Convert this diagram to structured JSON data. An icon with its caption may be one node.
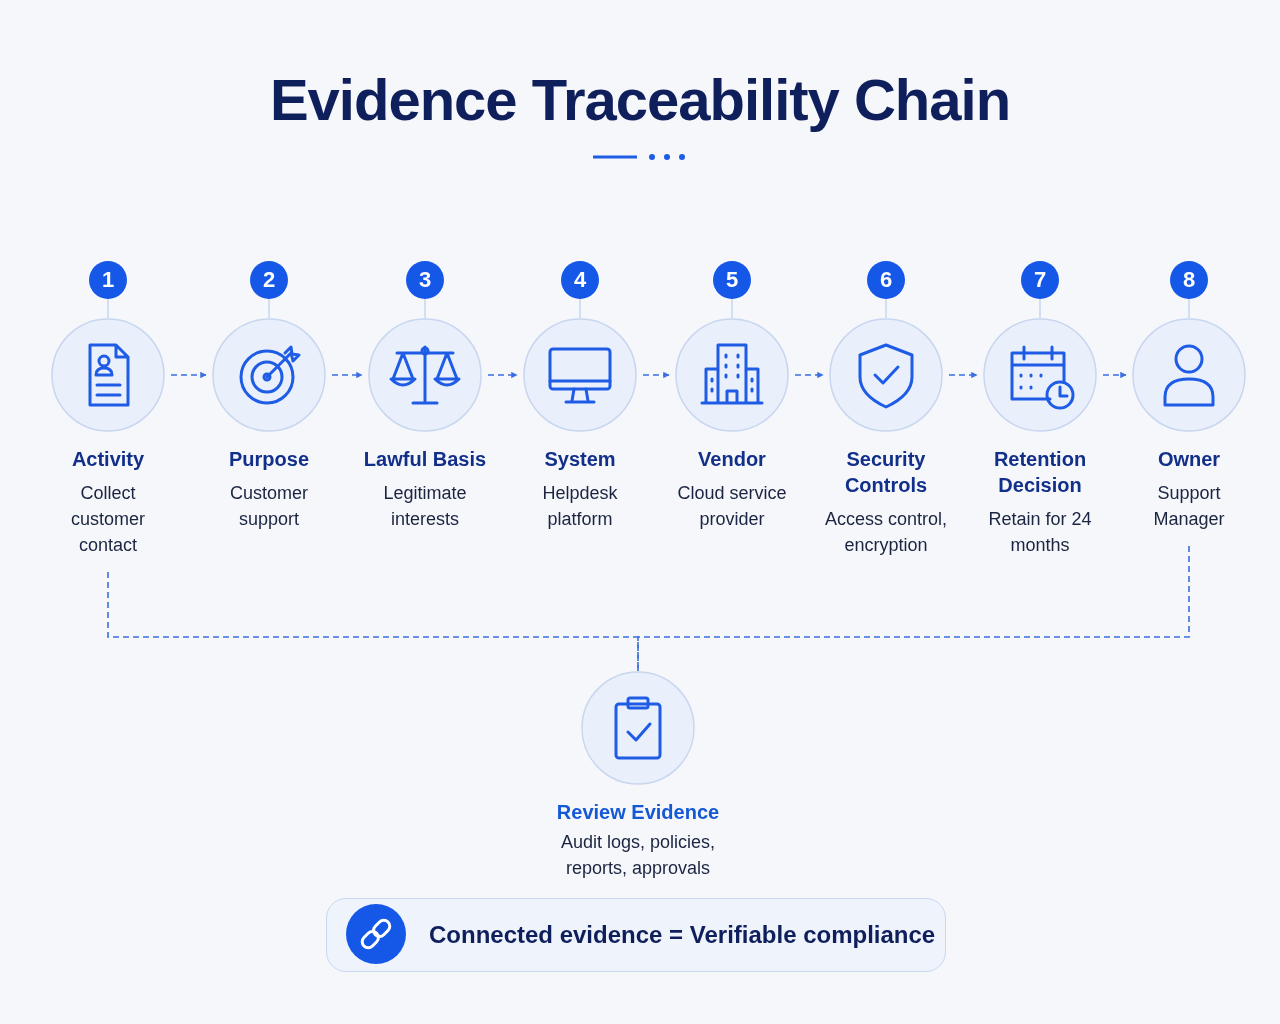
{
  "diagram": {
    "title": "Evidence Traceability Chain",
    "nodes": [
      {
        "text": [
          "Activity",
          "Collect customer contact"
        ],
        "beside": [
          "1"
        ]
      },
      {
        "text": [
          "Purpose",
          "Customer support"
        ],
        "beside": [
          "2"
        ]
      },
      {
        "text": [
          "Lawful Basis",
          "Legitimate interests"
        ],
        "beside": [
          "3"
        ]
      },
      {
        "text": [
          "System",
          "Helpdesk platform"
        ],
        "beside": [
          "4"
        ]
      },
      {
        "text": [
          "Vendor",
          "Cloud service provider"
        ],
        "beside": [
          "5"
        ]
      },
      {
        "text": [
          "Security Controls",
          "Access control, encryption"
        ],
        "beside": [
          "6"
        ]
      },
      {
        "text": [
          "Retention Decision",
          "Retain for 24 months"
        ],
        "beside": [
          "7"
        ]
      },
      {
        "text": [
          "Owner",
          "Support Manager"
        ],
        "beside": [
          "8"
        ]
      },
      {
        "text": [
          "Review Evidence",
          "Audit logs, policies, reports, approvals"
        ]
      },
      {
        "text": [
          "Connected evidence = Verifiable compliance"
        ]
      }
    ],
    "edges": [
      {
        "from": 0,
        "to": 1,
        "arrow": "to",
        "style": "dashed"
      },
      {
        "from": 1,
        "to": 2,
        "arrow": "to",
        "style": "dashed"
      },
      {
        "from": 2,
        "to": 3,
        "arrow": "to",
        "style": "dashed"
      },
      {
        "from": 3,
        "to": 4,
        "arrow": "to",
        "style": "dashed"
      },
      {
        "from": 4,
        "to": 5,
        "arrow": "to",
        "style": "dashed"
      },
      {
        "from": 5,
        "to": 6,
        "arrow": "to",
        "style": "dashed"
      },
      {
        "from": 6,
        "to": 7,
        "arrow": "to",
        "style": "dashed"
      },
      {
        "from": 0,
        "to": 8,
        "arrow": "none",
        "style": "dashed"
      },
      {
        "from": 7,
        "to": 8,
        "arrow": "none",
        "style": "dashed"
      }
    ]
  }
}
